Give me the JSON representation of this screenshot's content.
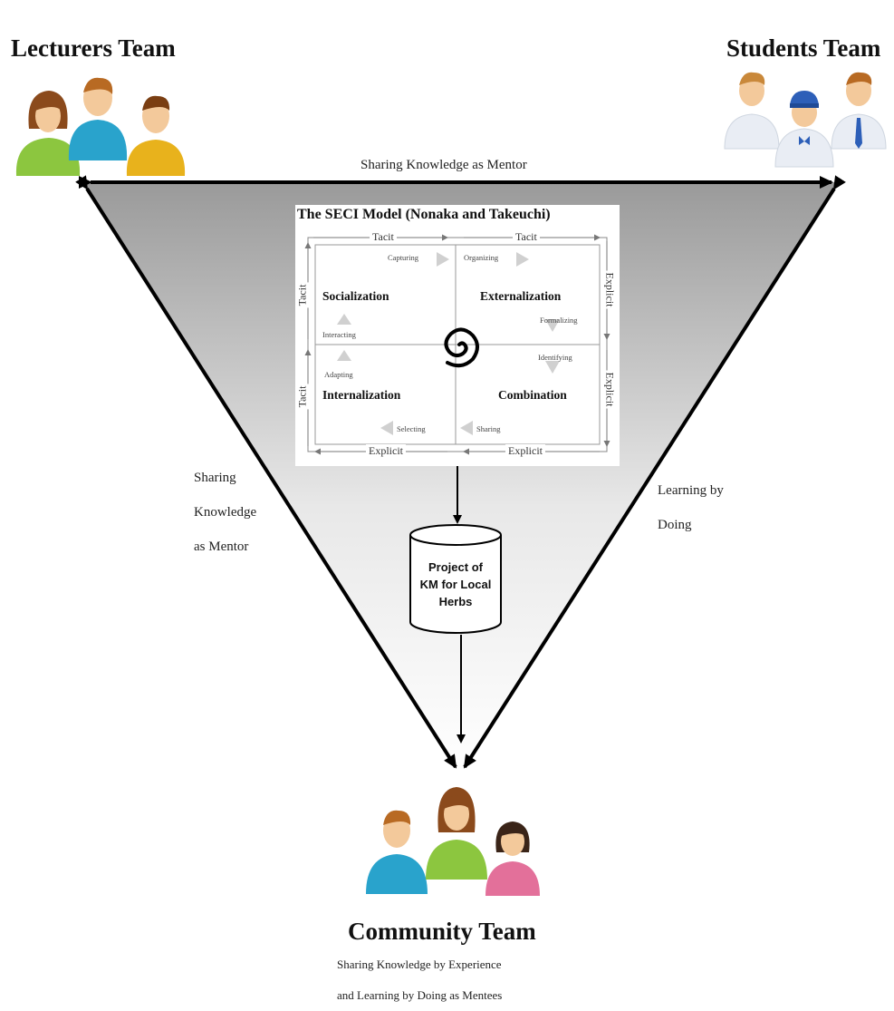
{
  "teams": {
    "lecturers": "Lecturers Team",
    "students": "Students Team",
    "community": "Community Team"
  },
  "edges": {
    "top": "Sharing Knowledge as Mentor",
    "left": [
      "Sharing",
      "Knowledge",
      "as Mentor"
    ],
    "right": [
      "Learning by",
      "Doing"
    ]
  },
  "seci": {
    "title": "The SECI Model (Nonaka and Takeuchi)",
    "quadrants": {
      "socialization": "Socialization",
      "externalization": "Externalization",
      "internalization": "Internalization",
      "combination": "Combination"
    },
    "axis": {
      "top_left": "Tacit",
      "top_right": "Tacit",
      "bottom_left": "Explicit",
      "bottom_right": "Explicit",
      "left_top": "Tacit",
      "left_bottom": "Tacit",
      "right_top": "Explicit",
      "right_bottom": "Explicit"
    },
    "steps": {
      "capturing": "Capturing",
      "organizing": "Organizing",
      "formalizing": "Formalizing",
      "identifying": "Identifying",
      "sharing": "Sharing",
      "selecting": "Selecting",
      "adapting": "Adapting",
      "interacting": "Interacting"
    }
  },
  "project": [
    "Project of",
    "KM for Local",
    "Herbs"
  ],
  "community_sub": [
    "Sharing Knowledge by Experience",
    "and Learning by Doing as Mentees"
  ],
  "colors": {
    "green": "#8cc63f",
    "blue": "#29a3cc",
    "yellow": "#e8b21c",
    "pink": "#e3709a",
    "skin": "#f3c99b",
    "hair_brown": "#a0551e",
    "white_shirt": "#eaeef5",
    "cap_blue": "#2d5fb8"
  }
}
